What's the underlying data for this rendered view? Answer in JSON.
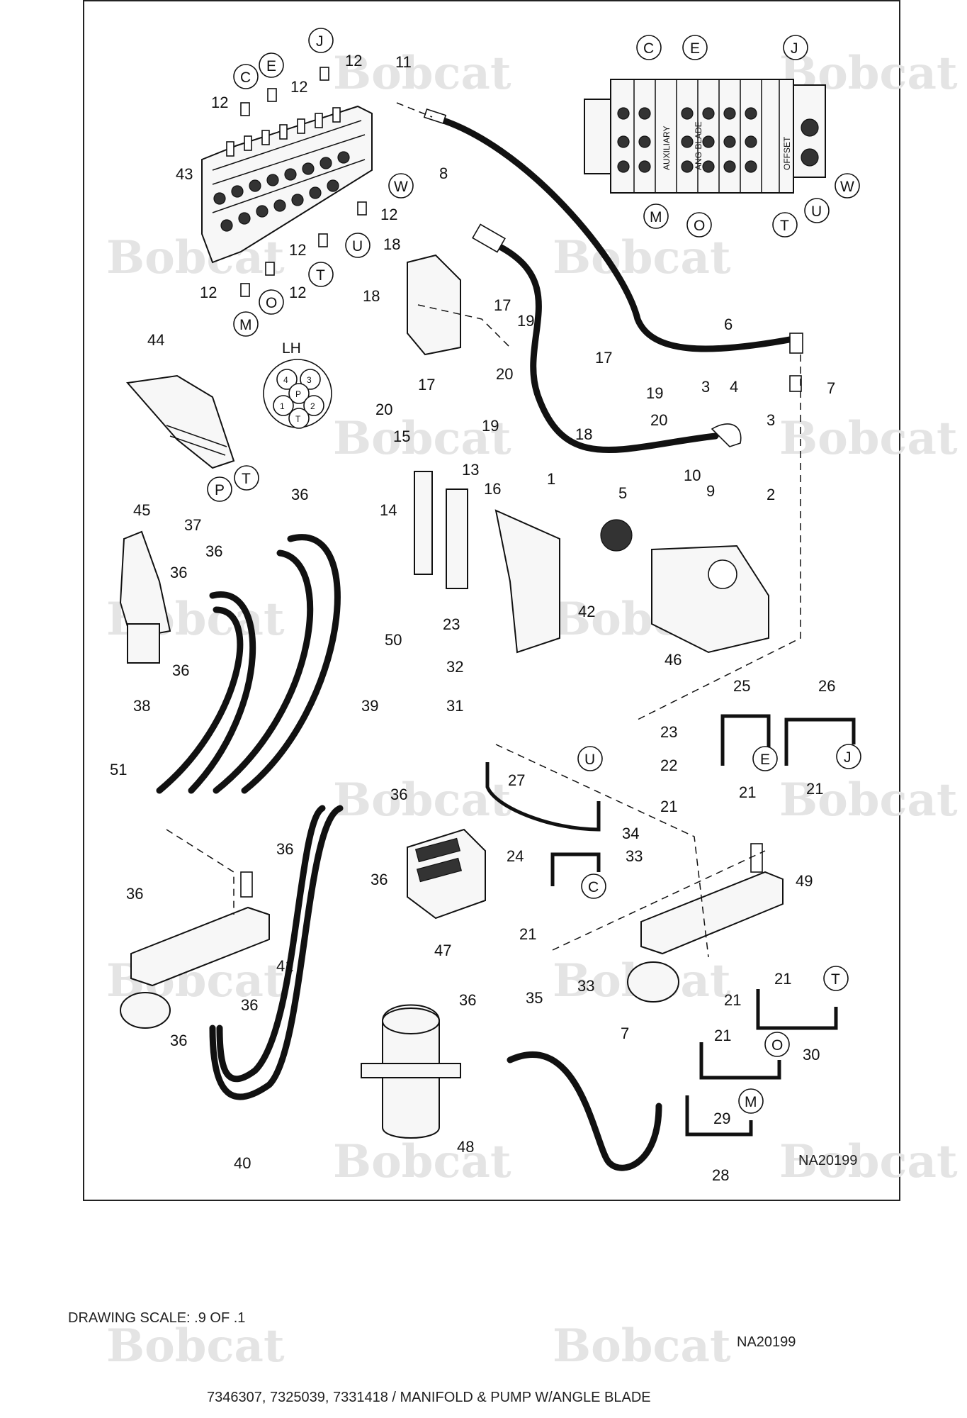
{
  "drawing": {
    "code_inner": "NA20199",
    "code_bottom": "NA20199",
    "scale_text": "DRAWING SCALE: .9 OF .1",
    "title": "7346307, 7325039, 7331418 / MANIFOLD & PUMP W/ANGLE BLADE",
    "watermark_text": "Bobcat"
  },
  "valve_labels": {
    "auxiliary": "AUXILIARY",
    "ang_blade": "ANG BLADE",
    "offset": "OFFSET"
  },
  "joystick_ports": {
    "heading": "LH",
    "pins": [
      "4",
      "3",
      "P",
      "1",
      "2",
      "T"
    ]
  },
  "part_numbers": [
    "1",
    "2",
    "3",
    "4",
    "5",
    "6",
    "7",
    "8",
    "9",
    "10",
    "11",
    "12",
    "13",
    "14",
    "15",
    "16",
    "17",
    "18",
    "19",
    "20",
    "21",
    "22",
    "23",
    "24",
    "25",
    "26",
    "27",
    "28",
    "29",
    "30",
    "31",
    "32",
    "33",
    "34",
    "35",
    "36",
    "37",
    "38",
    "39",
    "40",
    "41",
    "42",
    "43",
    "44",
    "45",
    "46",
    "47",
    "48",
    "49",
    "50",
    "51"
  ],
  "port_letters": [
    "C",
    "E",
    "J",
    "M",
    "O",
    "T",
    "U",
    "W",
    "P"
  ],
  "colors": {
    "ink": "#111111",
    "watermark": "#e4e4e4",
    "frame": "#222222"
  }
}
